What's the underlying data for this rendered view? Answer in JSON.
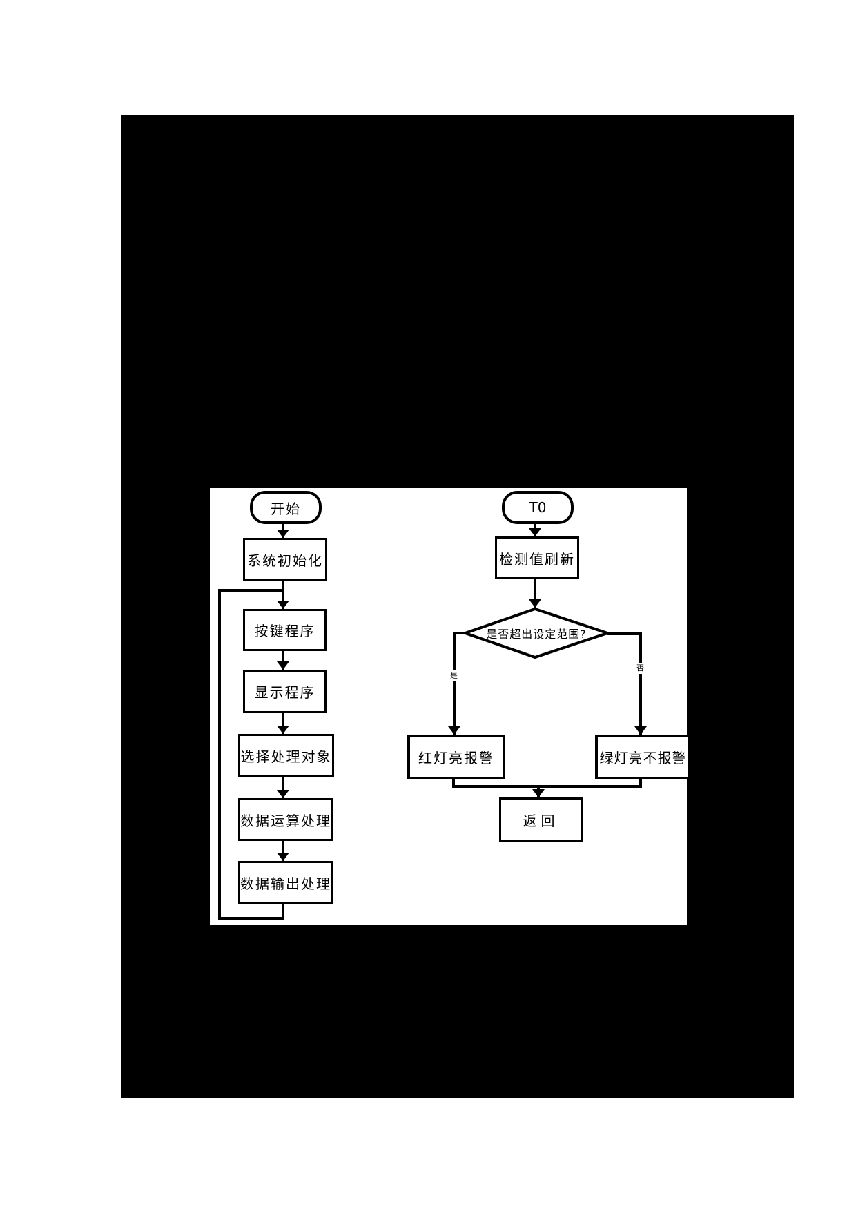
{
  "page": {
    "colors": {
      "margin_bg": "#ffffff",
      "scan_bg": "#000000",
      "panel_bg": "#ffffff",
      "line": "#000000"
    }
  },
  "flowchart": {
    "left": {
      "start": "开始",
      "steps": [
        "系统初始化",
        "按键程序",
        "显示程序",
        "选择处理对象",
        "数据运算处理",
        "数据输出处理"
      ]
    },
    "right": {
      "start": "T0",
      "step_refresh": "检测值刷新",
      "decision": "是否超出设定范围?",
      "branch_yes": "是",
      "branch_no": "否",
      "action_yes": "红灯亮报警",
      "action_no": "绿灯亮不报警",
      "end": "返回"
    }
  }
}
